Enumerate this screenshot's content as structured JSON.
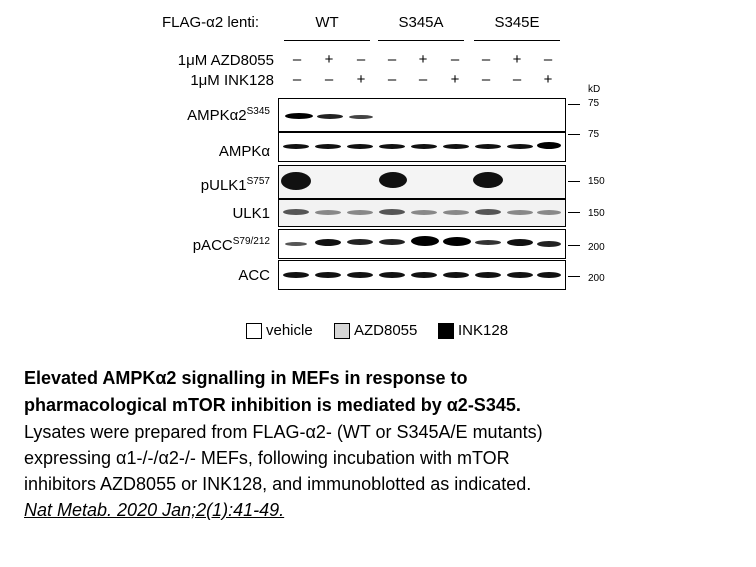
{
  "header": {
    "flag_label": "FLAG-α2 lenti:",
    "groups": [
      "WT",
      "S345A",
      "S345E"
    ],
    "azd_label": "1μM AZD8055",
    "ink_label": "1μM INK128",
    "azd_signs": [
      "–",
      "+",
      "–",
      "–",
      "+",
      "–",
      "–",
      "+",
      "–"
    ],
    "ink_signs": [
      "–",
      "–",
      "+",
      "–",
      "–",
      "+",
      "–",
      "–",
      "+"
    ]
  },
  "kd_label": "kD",
  "blots": [
    {
      "base": "AMPKα2",
      "sup": "S345",
      "marker": "75"
    },
    {
      "base": "AMPKα",
      "sup": "",
      "marker": "75"
    },
    {
      "base": "pULK1",
      "sup": "S757",
      "marker": "150"
    },
    {
      "base": "ULK1",
      "sup": "",
      "marker": "150"
    },
    {
      "base": "pACC",
      "sup": "S79/212",
      "marker": "200"
    },
    {
      "base": "ACC",
      "sup": "",
      "marker": "200"
    }
  ],
  "legend": [
    {
      "label": "vehicle",
      "color": "#ffffff"
    },
    {
      "label": "AZD8055",
      "color": "#d6d6d6"
    },
    {
      "label": "INK128",
      "color": "#000000"
    }
  ],
  "caption": {
    "line1": "Elevated AMPKα2 signalling in MEFs in response to",
    "line2": "pharmacological mTOR inhibition is mediated by α2-S345.",
    "line3": "Lysates were prepared from FLAG-α2- (WT or S345A/E mutants)",
    "line4": "expressing α1-/-/α2-/- MEFs, following incubation with mTOR",
    "line5": "inhibitors AZD8055 or INK128, and immunoblotted as indicated.",
    "citation": "Nat Metab. 2020 Jan;2(1):41-49."
  }
}
